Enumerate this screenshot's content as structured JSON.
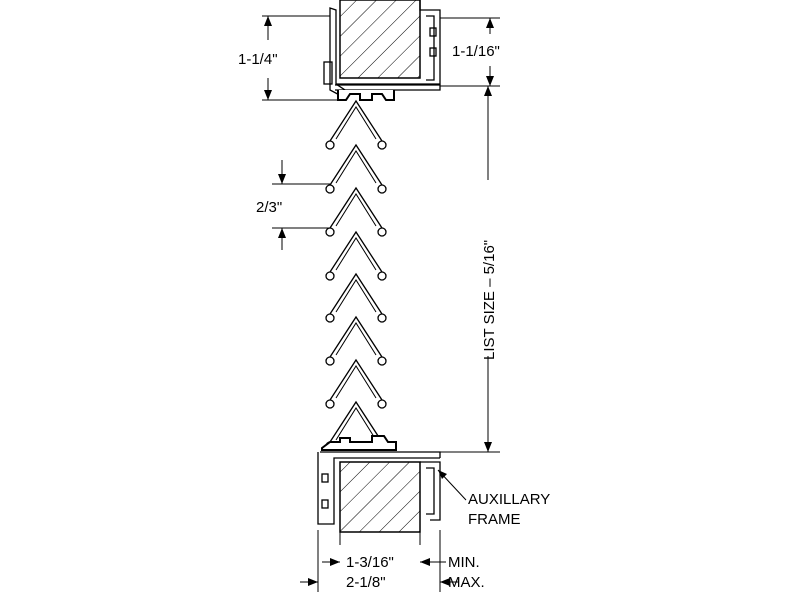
{
  "dimensions": {
    "top_left": "1-1/4\"",
    "top_right": "1-1/16\"",
    "pitch": "2/3\"",
    "list_size": "LIST SIZE  –  5/16\"",
    "bottom_min_value": "1-3/16\"",
    "bottom_min_label": "MIN.",
    "bottom_max_value": "2-1/8\"",
    "bottom_max_label": "MAX."
  },
  "callout": {
    "line1": "AUXILLARY",
    "line2": "FRAME"
  },
  "colors": {
    "ink": "#000000",
    "background": "#ffffff"
  }
}
